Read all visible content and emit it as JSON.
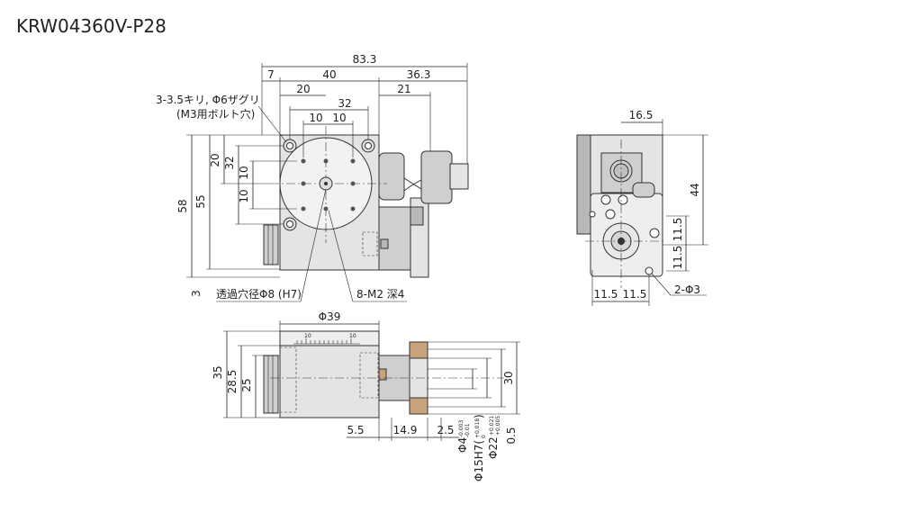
{
  "title": "KRW04360V-P28",
  "dimensions": {
    "overall_width": "83.3",
    "d7": "7",
    "d40": "40",
    "d36_3": "36.3",
    "d20": "20",
    "d21": "21",
    "d32_h": "32",
    "d10_a": "10",
    "d10_b": "10",
    "d16_5": "16.5",
    "d58": "58",
    "d55": "55",
    "d20_v": "20",
    "d32_v": "32",
    "d10_v1": "10",
    "d10_v2": "10",
    "d3": "3",
    "d44": "44",
    "d11_5_v1": "11.5",
    "d11_5_v2": "11.5",
    "d11_5_h1": "11.5",
    "d11_5_h2": "11.5",
    "phi39": "Φ39",
    "d35": "35",
    "d28_5": "28.5",
    "d25": "25",
    "d30": "30",
    "d5_5": "5.5",
    "d14_9": "14.9",
    "d2_5": "2.5",
    "d0_5": "0.5",
    "phi4": "Φ4",
    "phi4_tol_upper": "-0.003",
    "phi4_tol_lower": "-0.01",
    "phi15": "Φ15H7(",
    "phi15_tol_upper": "+0.018",
    "phi15_tol_lower": "0",
    "phi15_close": ")",
    "phi22": "Φ22",
    "phi22_tol_upper": "+0.021",
    "phi22_tol_lower": "+0.005"
  },
  "annotations": {
    "counterbore_line1": "3-3.5キリ, Φ6ザグリ",
    "counterbore_line2": "(M3用ボルト穴)",
    "through_hole": "透過穴径Φ8 (H7)",
    "tapped_holes": "8-M2 深4",
    "pin_holes": "2-Φ3"
  },
  "scale": {
    "left": "10",
    "right": "10"
  }
}
